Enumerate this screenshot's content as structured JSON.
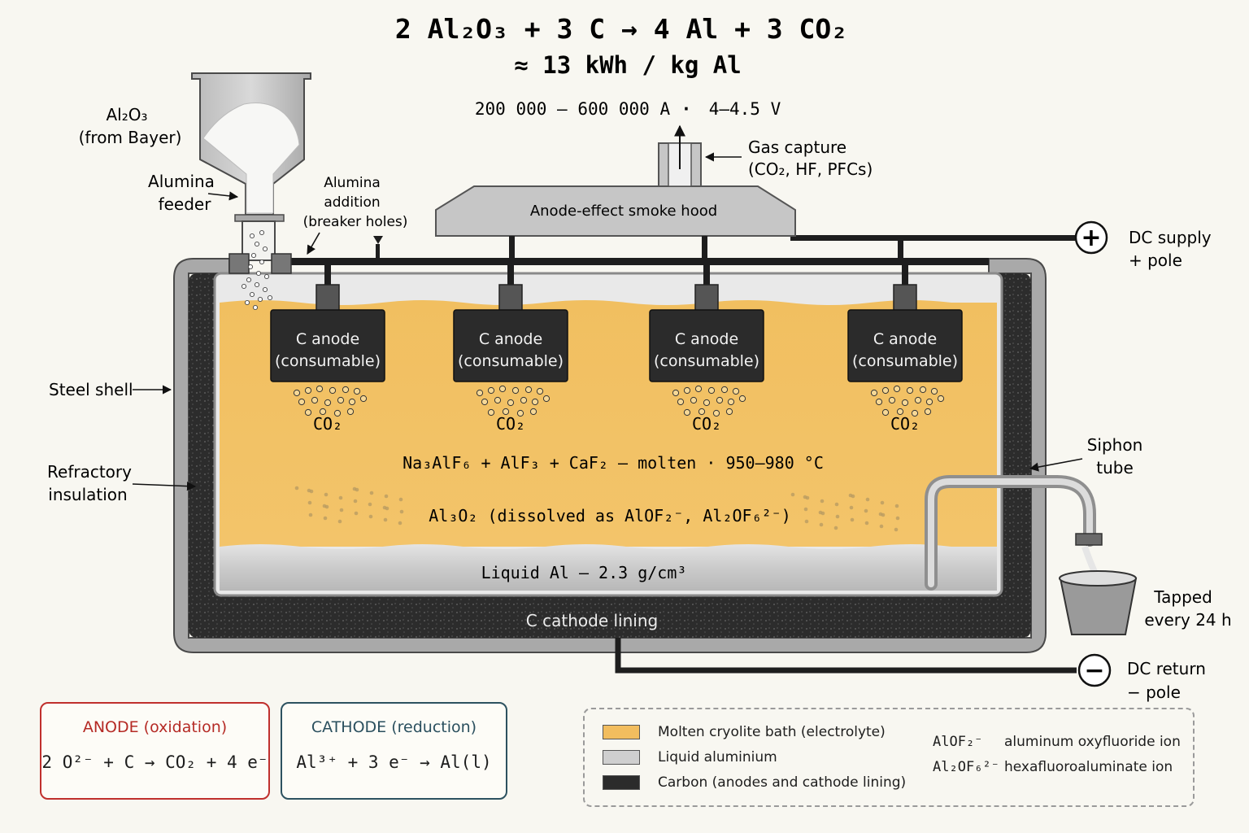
{
  "title": {
    "reaction": "2 Al₂O₃ + 3 C → 4 Al + 3 CO₂",
    "energy": "≈ 13 kWh / kg Al"
  },
  "power": {
    "current": "200 000 – 600 000 A",
    "separator": "·",
    "voltage": "4–4.5 V"
  },
  "labels": {
    "alumina_source_line1": "Al₂O₃",
    "alumina_source_line2": "(from Bayer)",
    "alumina_feeder_line1": "Alumina",
    "alumina_feeder_line2": "feeder",
    "alumina_addition_line1": "Alumina",
    "alumina_addition_line2": "addition",
    "alumina_addition_line3": "(breaker holes)",
    "gas_capture_line1": "Gas capture",
    "gas_capture_line2": "(CO₂, HF, PFCs)",
    "hood": "Anode-effect smoke hood",
    "dc_supply_line1": "DC supply",
    "dc_supply_line2": "+ pole",
    "plus_symbol": "+",
    "minus_symbol": "−",
    "steel_shell": "Steel shell",
    "refractory_line1": "Refractory",
    "refractory_line2": "insulation",
    "siphon_line1": "Siphon",
    "siphon_line2": "tube",
    "tapped_line1": "Tapped",
    "tapped_line2": "every 24 h",
    "dc_return_line1": "DC return",
    "dc_return_line2": "− pole",
    "bath_composition": "Na₃AlF₆ + AlF₃ + CaF₂ — molten · 950–980 °C",
    "dissolved": "Al₃O₂ (dissolved as AlOF₂⁻, Al₂OF₆²⁻)",
    "liquid_al": "Liquid Al — 2.3 g/cm³",
    "cathode_lining": "C cathode lining",
    "co2": "CO₂"
  },
  "anodes": [
    {
      "line1": "C anode",
      "line2": "(consumable)"
    },
    {
      "line1": "C anode",
      "line2": "(consumable)"
    },
    {
      "line1": "C anode",
      "line2": "(consumable)"
    },
    {
      "line1": "C anode",
      "line2": "(consumable)"
    }
  ],
  "reactions": {
    "anode": {
      "heading": "ANODE (oxidation)",
      "equation": "2 O²⁻ + C → CO₂ + 4 e⁻"
    },
    "cathode": {
      "heading": "CATHODE (reduction)",
      "equation": "Al³⁺ + 3 e⁻ → Al(l)"
    }
  },
  "legend": {
    "items": [
      {
        "label": "Molten cryolite bath (electrolyte)",
        "color": "#f2bd5e"
      },
      {
        "label": "Liquid aluminium",
        "color": "#cfcfcf"
      },
      {
        "label": "Carbon (anodes and cathode lining)",
        "color": "#2b2b2b"
      }
    ],
    "ions": [
      {
        "formula": "AlOF₂⁻",
        "description": "aluminum oxyfluoride ion"
      },
      {
        "formula": "Al₂OF₆²⁻",
        "description": "hexafluoroaluminate ion"
      }
    ]
  },
  "colors": {
    "bath": "#f2bd5e",
    "aluminium": "#cfcfcf",
    "carbon": "#2b2b2b",
    "shell": "#a9a9a9",
    "anode_accent": "#c0302d",
    "cathode_accent": "#2d5260"
  },
  "icons": [
    "plus-pole-icon",
    "minus-pole-icon",
    "up-arrow-icon",
    "bubble-icon"
  ]
}
